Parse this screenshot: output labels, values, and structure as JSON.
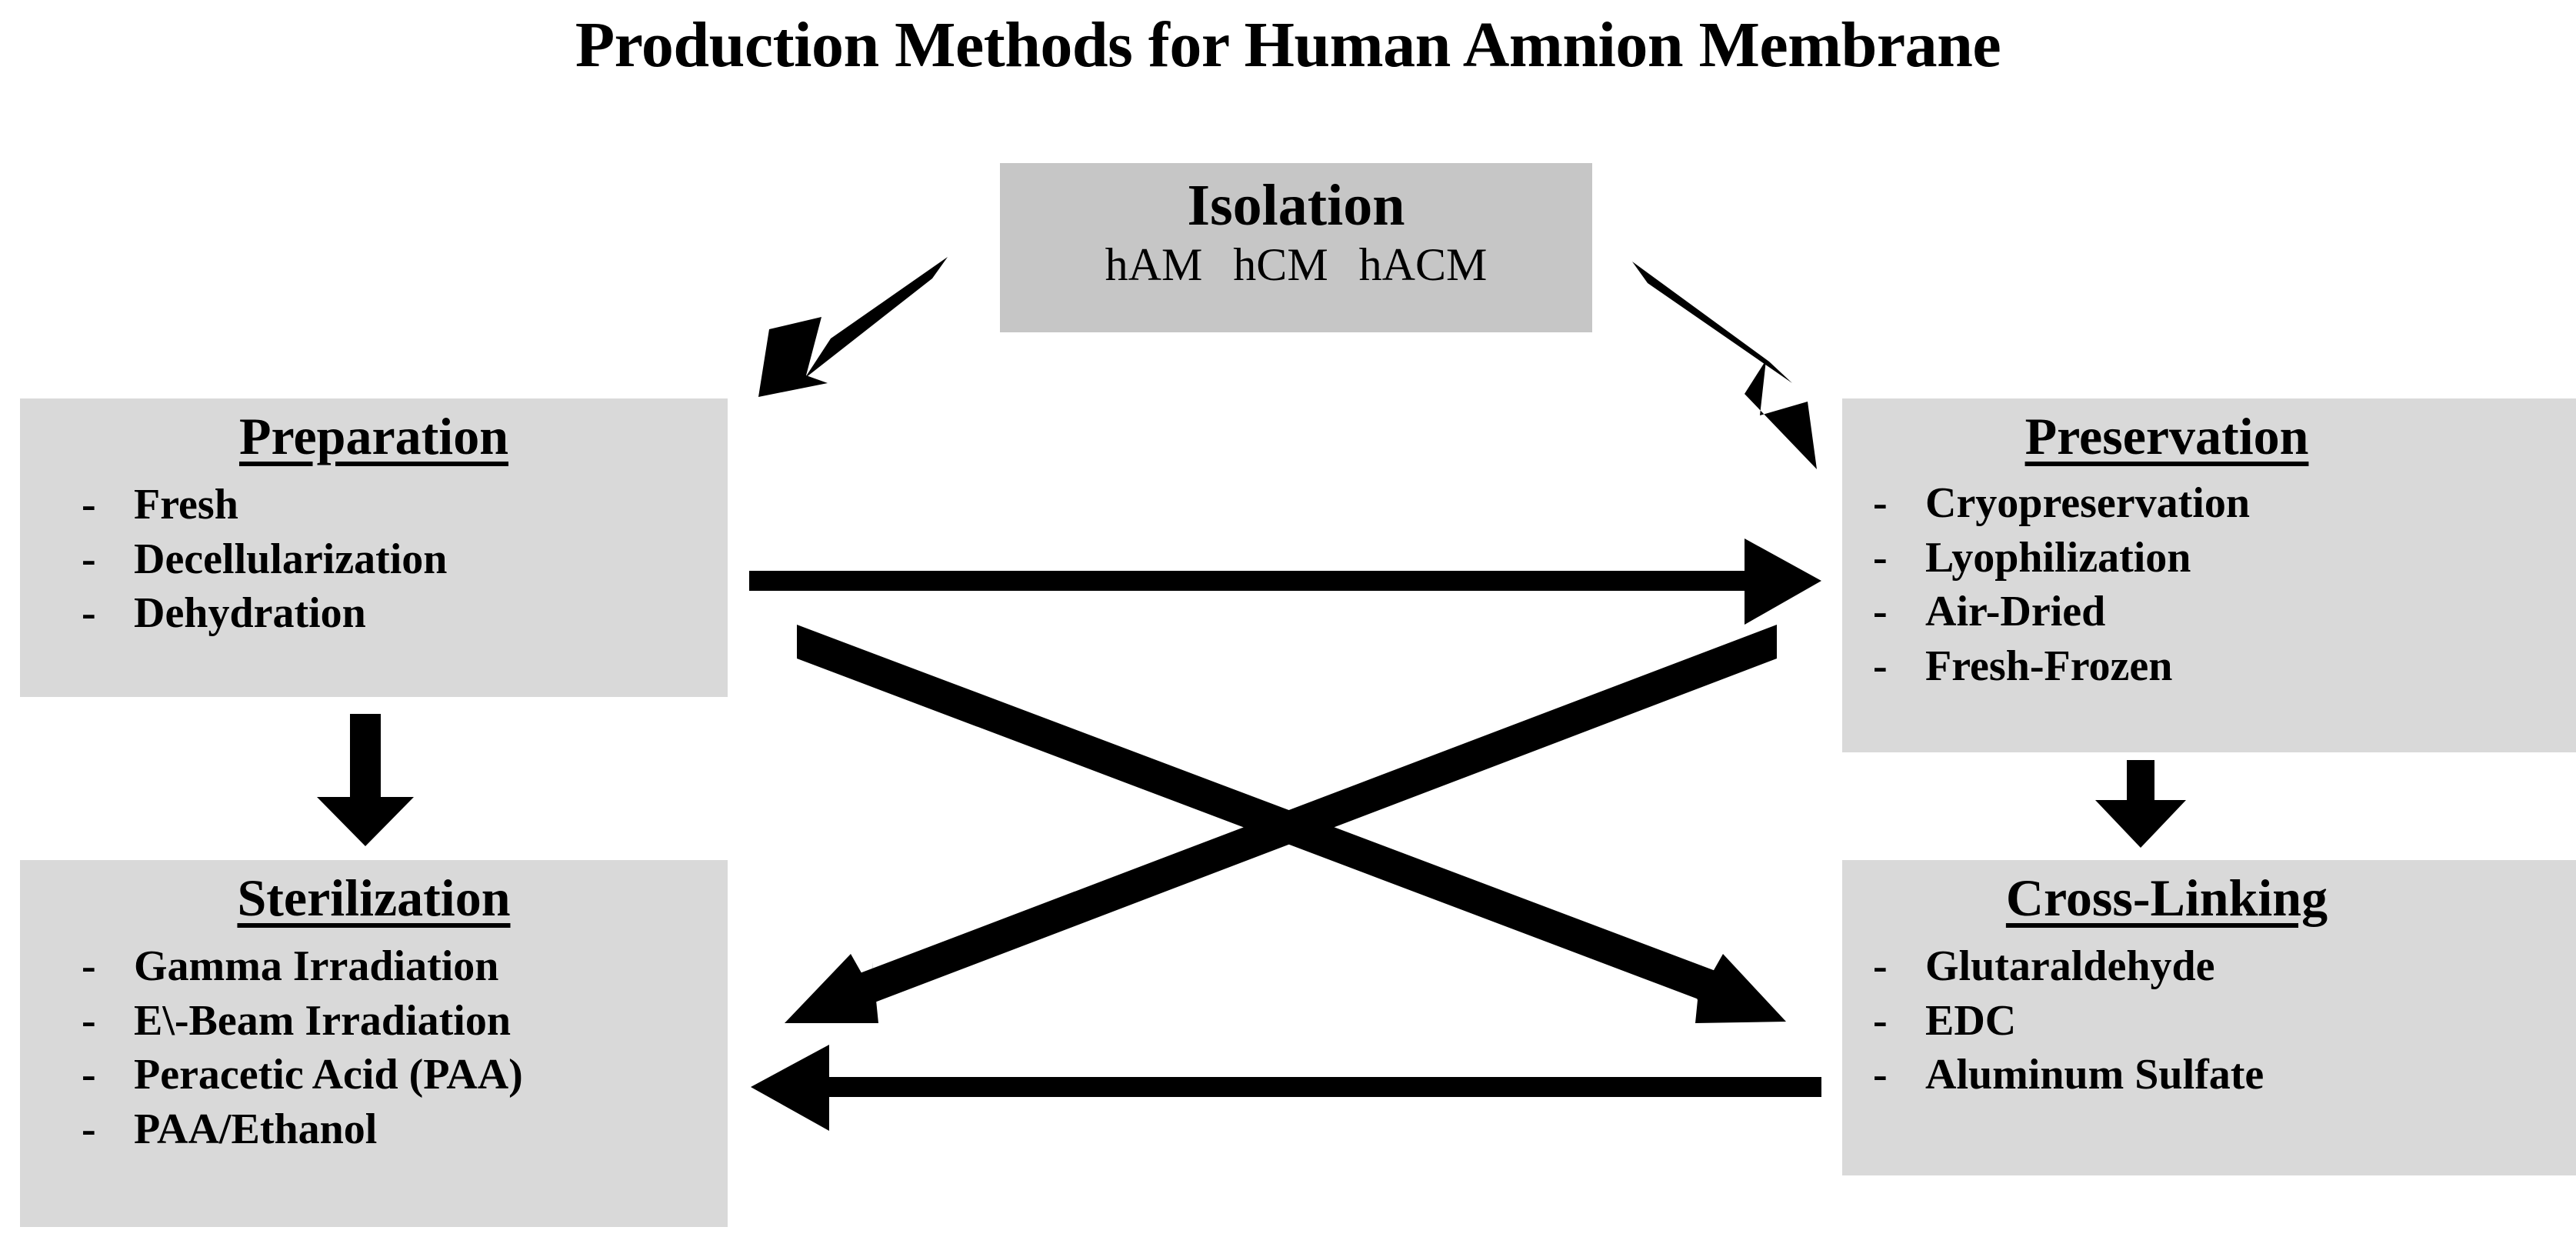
{
  "title": "Production Methods for Human Amnion Membrane",
  "colors": {
    "page_background": "#ffffff",
    "isolation_box": "#c6c6c6",
    "node_box": "#d9d9d9",
    "text": "#000000",
    "arrow": "#000000"
  },
  "bullet_glyph": "-",
  "nodes": {
    "isolation": {
      "heading": "Isolation",
      "sources": [
        "hAM",
        "hCM",
        "hACM"
      ]
    },
    "preparation": {
      "heading": "Preparation",
      "items": [
        "Fresh",
        "Decellularization",
        "Dehydration"
      ]
    },
    "sterilization": {
      "heading": "Sterilization",
      "items": [
        "Gamma Irradiation",
        "E\\-Beam Irradiation",
        "Peracetic Acid (PAA)",
        "PAA/Ethanol"
      ]
    },
    "preservation": {
      "heading": "Preservation",
      "items": [
        "Cryopreservation",
        "Lyophilization",
        "Air-Dried",
        "Fresh-Frozen"
      ]
    },
    "crosslinking": {
      "heading": "Cross-Linking",
      "items": [
        "Glutaraldehyde",
        "EDC",
        "Aluminum Sulfate"
      ]
    }
  },
  "connections": [
    {
      "name": "isolation-to-preparation",
      "from": "isolation",
      "to": "preparation",
      "direction": "down-left"
    },
    {
      "name": "isolation-to-preservation",
      "from": "isolation",
      "to": "preservation",
      "direction": "down-right"
    },
    {
      "name": "preparation-to-sterilization",
      "from": "preparation",
      "to": "sterilization",
      "direction": "down"
    },
    {
      "name": "preservation-to-crosslinking",
      "from": "preservation",
      "to": "crosslinking",
      "direction": "down"
    },
    {
      "name": "preparation-to-preservation",
      "from": "preparation",
      "to": "preservation",
      "direction": "right"
    },
    {
      "name": "crosslinking-to-sterilization",
      "from": "crosslinking",
      "to": "sterilization",
      "direction": "left"
    },
    {
      "name": "preparation-to-crosslinking",
      "from": "preparation",
      "to": "crosslinking",
      "direction": "diagonal-down-right"
    },
    {
      "name": "preservation-to-sterilization",
      "from": "preservation",
      "to": "sterilization",
      "direction": "diagonal-down-left"
    }
  ]
}
